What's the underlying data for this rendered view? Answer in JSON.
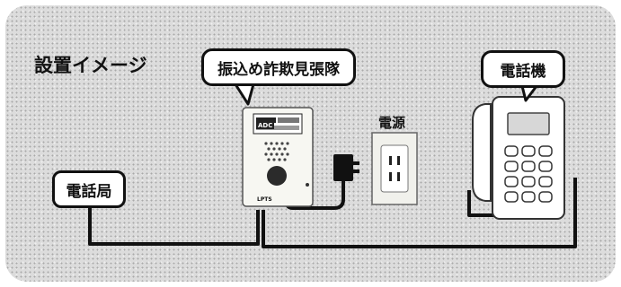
{
  "diagram": {
    "heading": "設置イメージ",
    "labels": {
      "device": "振込め詐欺見張隊",
      "telephone": "電話機",
      "power": "電源",
      "office": "電話局"
    },
    "device_panel_text": "ADC",
    "device_brand": "LPTS"
  }
}
